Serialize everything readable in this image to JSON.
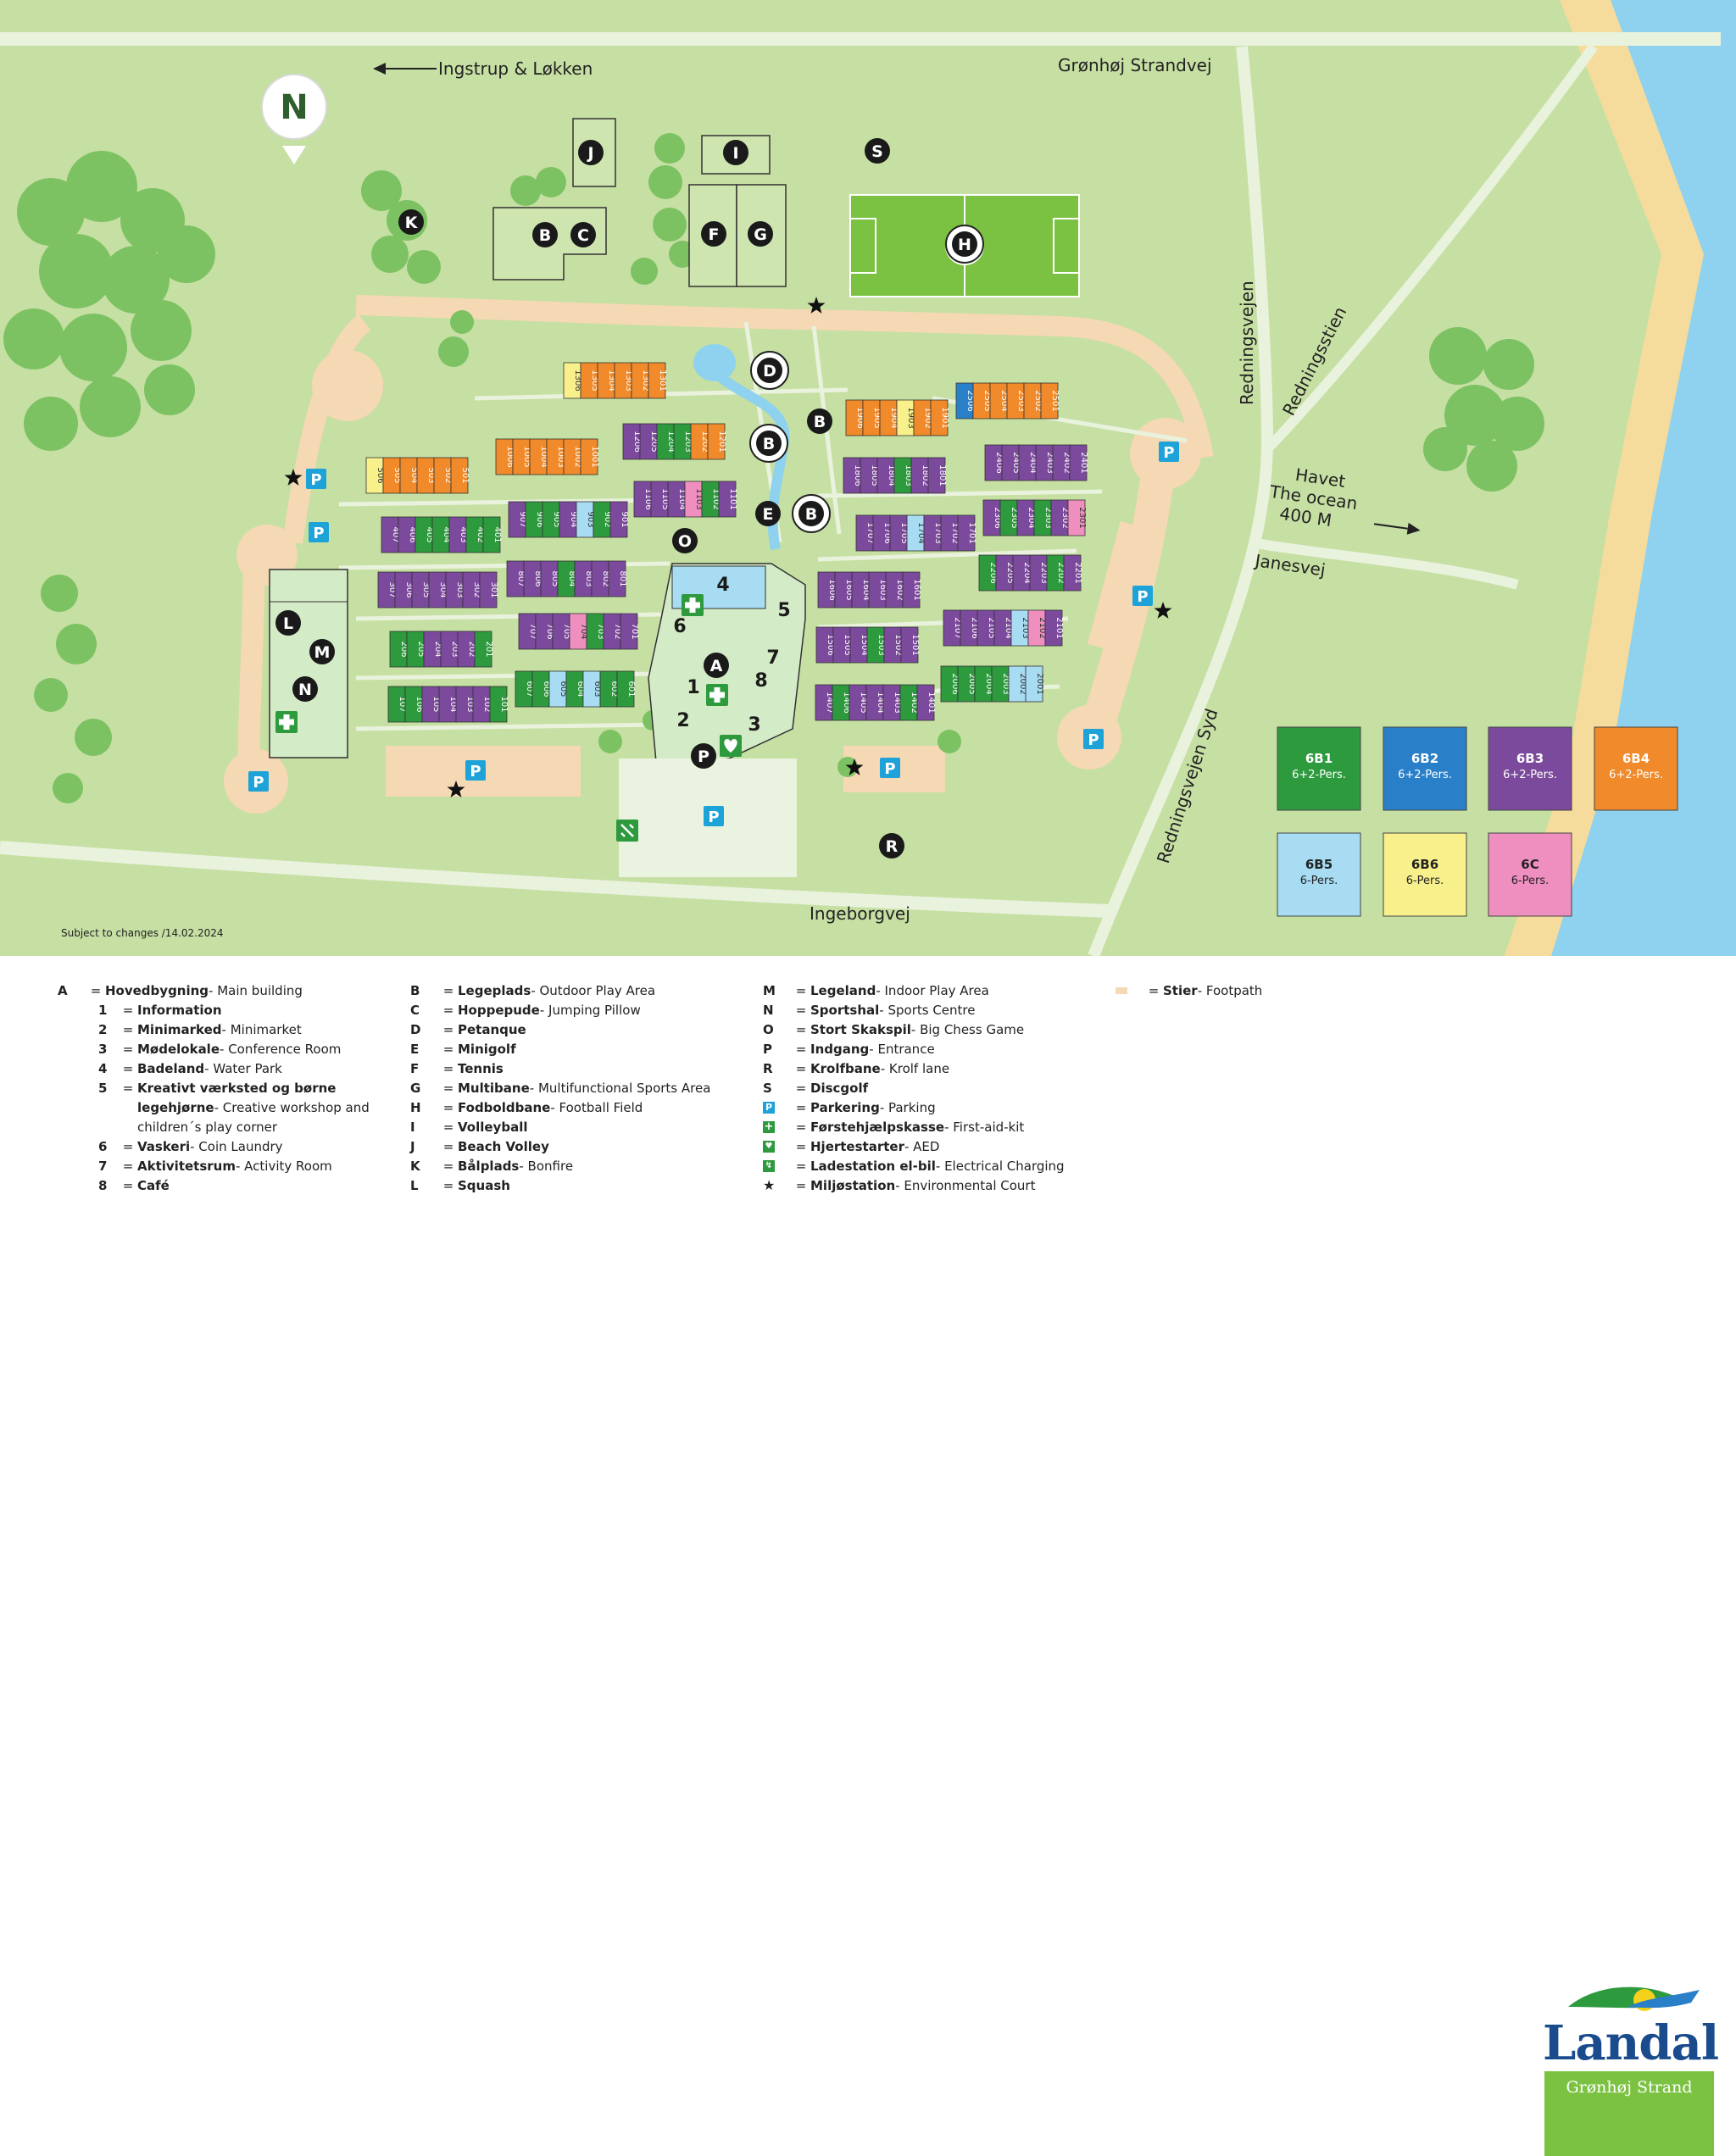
{
  "map": {
    "north_label": "N",
    "roads": {
      "ingstrup": "Ingstrup & Løkken",
      "gronhoj_strandvej": "Grønhøj Strandvej",
      "redningsvejen": "Redningsvejen",
      "redningsstien": "Redningsstien",
      "janesvej": "Janesvej",
      "redningsvejen_syd": "Redningsvejen Syd",
      "ingeborgvej": "Ingeborgvej"
    },
    "ocean_label": [
      "Havet",
      "The ocean",
      "400 M"
    ],
    "disclaimer": "Subject to changes /14.02.2024",
    "markers": [
      "A",
      "B",
      "C",
      "D",
      "E",
      "F",
      "G",
      "H",
      "I",
      "J",
      "K",
      "L",
      "M",
      "N",
      "O",
      "P",
      "R",
      "S"
    ],
    "main_building_numbers": [
      "1",
      "2",
      "3",
      "4",
      "5",
      "6",
      "7",
      "8"
    ],
    "parking_symbol": "P"
  },
  "units": {
    "row_501": [
      "506",
      "505",
      "504",
      "503",
      "502",
      "501"
    ],
    "row_401": [
      "407",
      "406",
      "405",
      "404",
      "403",
      "402",
      "401"
    ],
    "row_301": [
      "307",
      "306",
      "305",
      "304",
      "303",
      "302",
      "301"
    ],
    "row_201": [
      "206",
      "205",
      "204",
      "203",
      "202",
      "201"
    ],
    "row_101": [
      "107",
      "106",
      "105",
      "104",
      "103",
      "102",
      "101"
    ],
    "row_1001": [
      "1006",
      "1005",
      "1004",
      "1003",
      "1002",
      "1001"
    ],
    "row_901": [
      "907",
      "906",
      "905",
      "904",
      "903",
      "902",
      "901"
    ],
    "row_801": [
      "807",
      "806",
      "805",
      "804",
      "803",
      "802",
      "801"
    ],
    "row_701": [
      "707",
      "706",
      "705",
      "704",
      "703",
      "702",
      "701"
    ],
    "row_601": [
      "607",
      "606",
      "605",
      "604",
      "603",
      "602",
      "601"
    ],
    "row_1301": [
      "1306",
      "1305",
      "1304",
      "1303",
      "1302",
      "1301"
    ],
    "row_1201": [
      "1206",
      "1205",
      "1204",
      "1203",
      "1202",
      "1201"
    ],
    "row_1101": [
      "1106",
      "1105",
      "1104",
      "1103",
      "1102",
      "1101"
    ],
    "row_1901": [
      "1906",
      "1905",
      "1904",
      "1903",
      "1902",
      "1901"
    ],
    "row_1801": [
      "1806",
      "1805",
      "1804",
      "1803",
      "1802",
      "1801"
    ],
    "row_1701": [
      "1707",
      "1706",
      "1705",
      "1704",
      "1703",
      "1702",
      "1701"
    ],
    "row_1601": [
      "1606",
      "1605",
      "1604",
      "1603",
      "1602",
      "1601"
    ],
    "row_1501": [
      "1506",
      "1505",
      "1504",
      "1503",
      "1502",
      "1501"
    ],
    "row_1401": [
      "1407",
      "1406",
      "1405",
      "1404",
      "1403",
      "1402",
      "1401"
    ],
    "row_2501": [
      "2506",
      "2505",
      "2504",
      "2503",
      "2502",
      "2501"
    ],
    "row_2401": [
      "2406",
      "2405",
      "2404",
      "2403",
      "2402",
      "2401"
    ],
    "row_2301": [
      "2306",
      "2305",
      "2304",
      "2303",
      "2302",
      "2301"
    ],
    "row_2201": [
      "2206",
      "2205",
      "2204",
      "2203",
      "2202",
      "2201"
    ],
    "row_2101": [
      "2107",
      "2106",
      "2105",
      "2104",
      "2103",
      "2102",
      "2101"
    ],
    "row_2001": [
      "2006",
      "2005",
      "2004",
      "2003",
      "2002",
      "2001"
    ]
  },
  "unit_colors": {
    "6B1": "#2e9a3e",
    "6B2": "#2a7fc9",
    "6B3": "#7c4a9c",
    "6B4": "#f08a2a",
    "6B5": "#a7dcf3",
    "6B6": "#f8f08a",
    "6C": "#ef8fbf"
  },
  "types": [
    {
      "code": "6B1",
      "desc": "6+2-Pers."
    },
    {
      "code": "6B2",
      "desc": "6+2-Pers."
    },
    {
      "code": "6B3",
      "desc": "6+2-Pers."
    },
    {
      "code": "6B4",
      "desc": "6+2-Pers."
    },
    {
      "code": "6B5",
      "desc": "6-Pers."
    },
    {
      "code": "6B6",
      "desc": "6-Pers."
    },
    {
      "code": "6C",
      "desc": "6-Pers."
    }
  ],
  "legend": {
    "col1": [
      {
        "key": "A",
        "bold": "Hovedbygning",
        "rest": " - Main building"
      },
      {
        "key": "1",
        "bold": "Information",
        "rest": "",
        "sub": true
      },
      {
        "key": "2",
        "bold": "Minimarked",
        "rest": " - Minimarket",
        "sub": true
      },
      {
        "key": "3",
        "bold": "Mødelokale",
        "rest": " - Conference Room",
        "sub": true
      },
      {
        "key": "4",
        "bold": "Badeland",
        "rest": " - Water Park",
        "sub": true
      },
      {
        "key": "5",
        "bold": "Kreativt værksted og børne",
        "rest": "",
        "sub": true
      },
      {
        "key": "",
        "bold": "legehjørne",
        "rest": " - Creative workshop and",
        "sub": true,
        "cont": true
      },
      {
        "key": "",
        "bold": "",
        "rest": "children´s play corner",
        "sub": true,
        "cont": true
      },
      {
        "key": "6",
        "bold": "Vaskeri",
        "rest": " - Coin Laundry",
        "sub": true
      },
      {
        "key": "7",
        "bold": "Aktivitetsrum",
        "rest": " - Activity Room",
        "sub": true
      },
      {
        "key": "8",
        "bold": "Café",
        "rest": "",
        "sub": true
      }
    ],
    "col2": [
      {
        "key": "B",
        "bold": "Legeplads",
        "rest": " - Outdoor Play Area"
      },
      {
        "key": "C",
        "bold": "Hoppepude",
        "rest": " - Jumping Pillow"
      },
      {
        "key": "D",
        "bold": "Petanque",
        "rest": ""
      },
      {
        "key": "E",
        "bold": "Minigolf",
        "rest": ""
      },
      {
        "key": "F",
        "bold": "Tennis",
        "rest": ""
      },
      {
        "key": "G",
        "bold": "Multibane",
        "rest": " - Multifunctional Sports Area"
      },
      {
        "key": "H",
        "bold": "Fodboldbane",
        "rest": " - Football Field"
      },
      {
        "key": "I",
        "bold": "Volleyball",
        "rest": ""
      },
      {
        "key": "J",
        "bold": "Beach Volley",
        "rest": ""
      },
      {
        "key": "K",
        "bold": "Bålplads",
        "rest": " - Bonfire"
      },
      {
        "key": "L",
        "bold": "Squash",
        "rest": ""
      }
    ],
    "col3": [
      {
        "key": "M",
        "bold": "Legeland",
        "rest": " - Indoor Play Area"
      },
      {
        "key": "N",
        "bold": "Sportshal",
        "rest": " - Sports Centre"
      },
      {
        "key": "O",
        "bold": "Stort Skakspil",
        "rest": " - Big Chess Game"
      },
      {
        "key": "P",
        "bold": "Indgang",
        "rest": " - Entrance"
      },
      {
        "key": "R",
        "bold": "Krolfbane",
        "rest": " - Krolf lane"
      },
      {
        "key": "S",
        "bold": "Discgolf",
        "rest": ""
      },
      {
        "key": "sym:parking",
        "bold": "Parkering",
        "rest": " - Parking"
      },
      {
        "key": "sym:firstaid",
        "bold": "Førstehjælpskasse",
        "rest": " - First-aid-kit"
      },
      {
        "key": "sym:aed",
        "bold": "Hjertestarter",
        "rest": " - AED"
      },
      {
        "key": "sym:charging",
        "bold": "Ladestation el-bil",
        "rest": " - Electrical Charging"
      },
      {
        "key": "sym:star",
        "bold": "Miljøstation",
        "rest": " - Environmental Court"
      }
    ],
    "col4": [
      {
        "key": "sym:footpath",
        "bold": "Stier",
        "rest": " - Footpath"
      }
    ],
    "equals": "="
  },
  "logo": {
    "brand": "Landal",
    "subtitle": "Grønhøj Strand"
  }
}
